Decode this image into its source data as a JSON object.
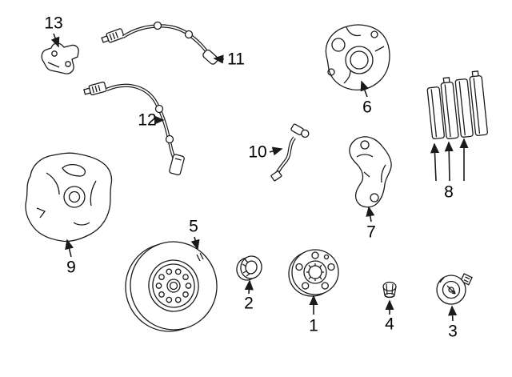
{
  "page": {
    "background_color": "#ffffff",
    "line_color": "#1a1a1a"
  },
  "diagram": {
    "type": "exploded-parts-diagram",
    "subject": "front-disc-brake-components",
    "parts": [
      {
        "num": "1",
        "name": "wheel-hub"
      },
      {
        "num": "2",
        "name": "seal-ring"
      },
      {
        "num": "3",
        "name": "dust-cap"
      },
      {
        "num": "4",
        "name": "lock-nut"
      },
      {
        "num": "5",
        "name": "brake-rotor"
      },
      {
        "num": "6",
        "name": "brake-caliper"
      },
      {
        "num": "7",
        "name": "caliper-mounting-bracket"
      },
      {
        "num": "8",
        "name": "brake-pad-set"
      },
      {
        "num": "9",
        "name": "splash-shield"
      },
      {
        "num": "10",
        "name": "brake-hose"
      },
      {
        "num": "11",
        "name": "wheel-speed-sensor-upper"
      },
      {
        "num": "12",
        "name": "wheel-speed-sensor-lower"
      },
      {
        "num": "13",
        "name": "sensor-bracket"
      }
    ]
  }
}
